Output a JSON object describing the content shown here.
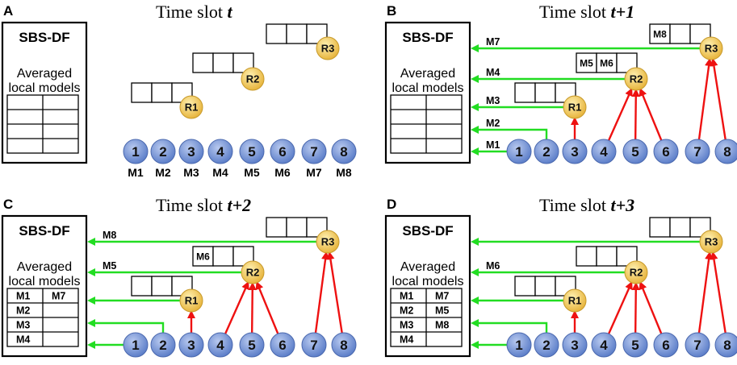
{
  "colors": {
    "green_arrow": "#22dd22",
    "red_arrow": "#ee1111",
    "node_fill": "#6f8fd0",
    "relay_fill": "#f0c450"
  },
  "shared": {
    "sbs_label": "SBS-DF",
    "avg_line1": "Averaged",
    "avg_line2": "local models",
    "nodes": [
      "1",
      "2",
      "3",
      "4",
      "5",
      "6",
      "7",
      "8"
    ],
    "relays": [
      "R1",
      "R2",
      "R3"
    ]
  },
  "panels": [
    {
      "letter": "A",
      "title_prefix": "Time slot ",
      "title_suffix": "t",
      "model_labels": [
        "M1",
        "M2",
        "M3",
        "M4",
        "M5",
        "M6",
        "M7",
        "M8"
      ],
      "table_cells": [
        [
          "",
          ""
        ],
        [
          "",
          ""
        ],
        [
          "",
          ""
        ],
        [
          "",
          ""
        ]
      ],
      "r1_buffer": [
        "",
        "",
        ""
      ],
      "r2_buffer": [
        "",
        "",
        ""
      ],
      "r3_buffer": [
        "",
        "",
        ""
      ],
      "arrows": {}
    },
    {
      "letter": "B",
      "title_prefix": "Time slot ",
      "title_suffix": "t+1",
      "model_labels": [],
      "table_cells": [
        [
          "",
          ""
        ],
        [
          "",
          ""
        ],
        [
          "",
          ""
        ],
        [
          "",
          ""
        ]
      ],
      "r1_buffer": [
        "",
        "",
        ""
      ],
      "r2_buffer": [
        "M5",
        "M6",
        ""
      ],
      "r3_buffer": [
        "M8",
        "",
        ""
      ],
      "arrows": {
        "r3": "M7",
        "r2": "M4",
        "r1": "M3",
        "n2": "M2",
        "n1": "M1"
      }
    },
    {
      "letter": "C",
      "title_prefix": "Time slot ",
      "title_suffix": "t+2",
      "model_labels": [],
      "table_cells": [
        [
          "M1",
          "M7"
        ],
        [
          "M2",
          ""
        ],
        [
          "M3",
          ""
        ],
        [
          "M4",
          ""
        ]
      ],
      "r1_buffer": [
        "",
        "",
        ""
      ],
      "r2_buffer": [
        "M6",
        "",
        ""
      ],
      "r3_buffer": [
        "",
        "",
        ""
      ],
      "arrows": {
        "r3": "M8",
        "r2": "M5",
        "r1": "",
        "n2": "",
        "n1": ""
      }
    },
    {
      "letter": "D",
      "title_prefix": "Time slot ",
      "title_suffix": "t+3",
      "model_labels": [],
      "table_cells": [
        [
          "M1",
          "M7"
        ],
        [
          "M2",
          "M5"
        ],
        [
          "M3",
          "M8"
        ],
        [
          "M4",
          ""
        ]
      ],
      "r1_buffer": [
        "",
        "",
        ""
      ],
      "r2_buffer": [
        "",
        "",
        ""
      ],
      "r3_buffer": [
        "",
        "",
        ""
      ],
      "arrows": {
        "r3": "",
        "r2": "M6",
        "r1": "",
        "n2": "",
        "n1": ""
      }
    }
  ]
}
